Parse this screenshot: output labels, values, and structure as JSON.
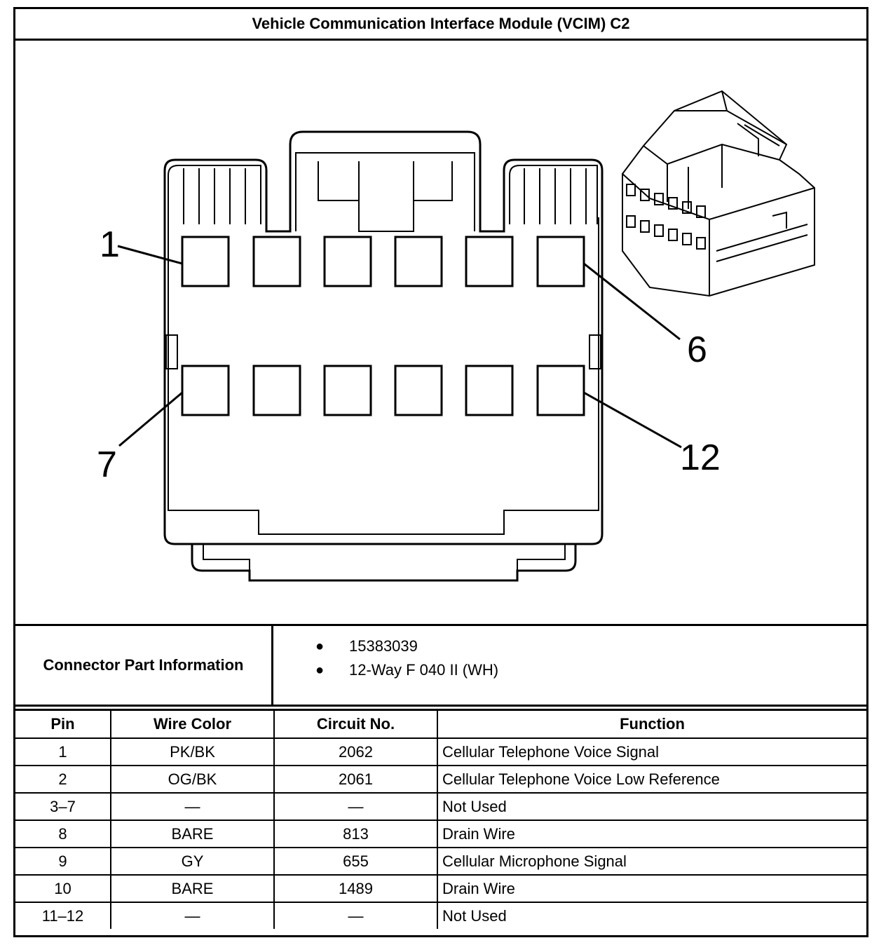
{
  "title": "Vehicle Communication Interface Module (VCIM) C2",
  "drawing": {
    "pin_callouts": [
      "1",
      "6",
      "7",
      "12"
    ]
  },
  "connector_info": {
    "label": "Connector Part Information",
    "items": [
      "15383039",
      "12-Way F 040 II (WH)"
    ]
  },
  "table": {
    "headers": [
      "Pin",
      "Wire Color",
      "Circuit No.",
      "Function"
    ],
    "rows": [
      [
        "1",
        "PK/BK",
        "2062",
        "Cellular Telephone Voice Signal"
      ],
      [
        "2",
        "OG/BK",
        "2061",
        "Cellular Telephone Voice Low Reference"
      ],
      [
        "3–7",
        "—",
        "—",
        "Not Used"
      ],
      [
        "8",
        "BARE",
        "813",
        "Drain Wire"
      ],
      [
        "9",
        "GY",
        "655",
        "Cellular Microphone Signal"
      ],
      [
        "10",
        "BARE",
        "1489",
        "Drain Wire"
      ],
      [
        "11–12",
        "—",
        "—",
        "Not Used"
      ]
    ]
  }
}
